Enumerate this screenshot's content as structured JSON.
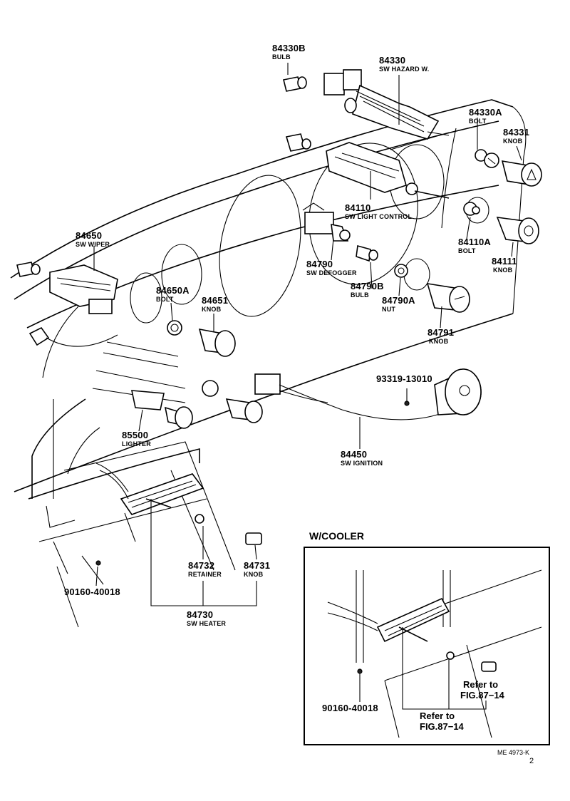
{
  "parts": {
    "p84330B": {
      "number": "84330B",
      "desc": "BULB"
    },
    "p84330": {
      "number": "84330",
      "desc": "SW HAZARD W."
    },
    "p84330A": {
      "number": "84330A",
      "desc": "BOLT"
    },
    "p84331": {
      "number": "84331",
      "desc": "KNOB"
    },
    "p84110": {
      "number": "84110",
      "desc": "SW LIGHT CONTROL"
    },
    "p84110A": {
      "number": "84110A",
      "desc": "BOLT"
    },
    "p84111": {
      "number": "84111",
      "desc": "KNOB"
    },
    "p84650": {
      "number": "84650",
      "desc": "SW WIPER"
    },
    "p84790": {
      "number": "84790",
      "desc": "SW DEFOGGER"
    },
    "p84790B": {
      "number": "84790B",
      "desc": "BULB"
    },
    "p84790A": {
      "number": "84790A",
      "desc": "NUT"
    },
    "p84791": {
      "number": "84791",
      "desc": "KNOB"
    },
    "p84650A": {
      "number": "84650A",
      "desc": "BOLT"
    },
    "p84651": {
      "number": "84651",
      "desc": "KNOB"
    },
    "p93319": {
      "number": "93319-13010"
    },
    "p85500": {
      "number": "85500",
      "desc": "LIGHTER"
    },
    "p84450": {
      "number": "84450",
      "desc": "SW IGNITION"
    },
    "p84732": {
      "number": "84732",
      "desc": "RETAINER"
    },
    "p84731": {
      "number": "84731",
      "desc": "KNOB"
    },
    "p90160": {
      "number": "90160-40018"
    },
    "p84730": {
      "number": "84730",
      "desc": "SW HEATER"
    }
  },
  "inset": {
    "title": "W/COOLER",
    "screw_number": "90160-40018",
    "ref_right_line1": "Refer to",
    "ref_right_line2": "FIG.87−14",
    "ref_bottom_line1": "Refer to",
    "ref_bottom_line2": "FIG.87−14"
  },
  "footer": {
    "code": "ME 4973-K",
    "code_suffix": "2"
  }
}
